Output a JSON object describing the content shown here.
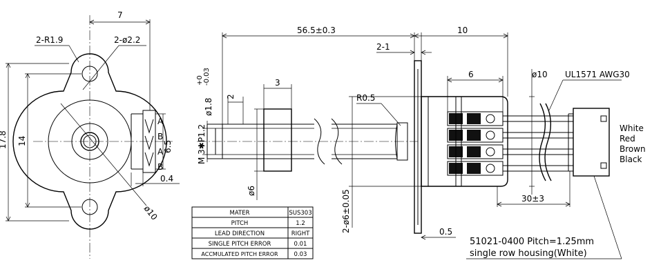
{
  "dimensions": {
    "side_width": "7",
    "mount_radius": "2-R1.9",
    "mount_holes": "2-ø2.2",
    "overall_height": "17.8",
    "hole_pitch": "14",
    "body_diameter": "ø10",
    "terminal_pitch": "6.5",
    "terminal_offset": "0.4",
    "screw_length": "56.5±0.3",
    "motor_length": "10",
    "flange_thickness": "2-1",
    "coil_length": "6",
    "wire_diameter": "ø10",
    "wire_spec": "UL1571 AWG30",
    "nut_width": "3",
    "tip_length": "2",
    "lead_diameter": "ø1.8",
    "lead_tol_upper": "+0",
    "lead_tol_lower": "-0.03",
    "thread": "M 3✱P1.2",
    "nut_diameter": "ø6",
    "radius": "R0.5",
    "housing_diameter": "2-ø6±0.05",
    "flange_offset": "0.5",
    "cable_length": "30±3"
  },
  "pins": [
    "A",
    "B",
    "A",
    "B"
  ],
  "wires": [
    "White",
    "Red",
    "Brown",
    "Black"
  ],
  "connector_note": [
    "51021-0400 Pitch=1.25mm",
    "single row housing(White)"
  ],
  "spec_table": {
    "rows": [
      {
        "label": "MATER",
        "value": "SUS303"
      },
      {
        "label": "PITCH",
        "value": "1.2"
      },
      {
        "label": "LEAD DIRECTION",
        "value": "RIGHT"
      },
      {
        "label": "SINGLE PITCH ERROR",
        "value": "0.01"
      },
      {
        "label": "ACCMULATED PITCH ERROR",
        "value": "0.03"
      }
    ]
  }
}
